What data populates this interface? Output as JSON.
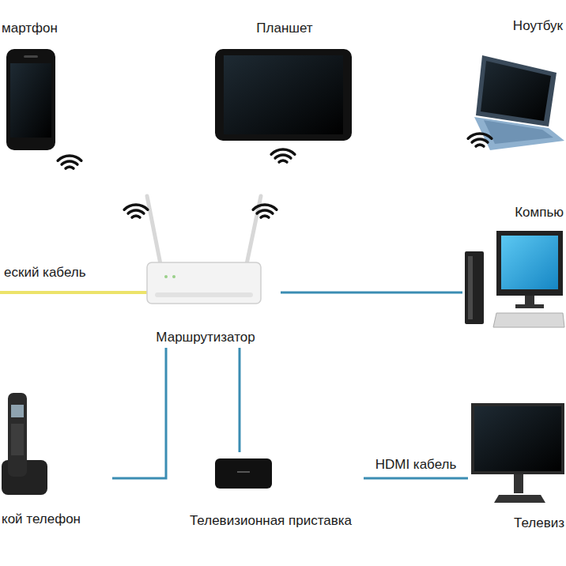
{
  "diagram": {
    "nodes": [
      {
        "text": [
          "мартфон"
        ]
      },
      {
        "text": [
          "Планшет"
        ]
      },
      {
        "text": [
          "Ноутбук"
        ]
      },
      {
        "text": [
          "Маршрутизатор"
        ]
      },
      {
        "text": [
          "Компью"
        ]
      },
      {
        "text": [
          "кой телефон"
        ]
      },
      {
        "text": [
          "Телевизионная приставка"
        ]
      },
      {
        "text": [
          "Телевиз"
        ]
      }
    ],
    "edges": [
      {
        "from": 3,
        "to": 4,
        "arrow": "none"
      },
      {
        "from": 3,
        "to": 5,
        "arrow": "none"
      },
      {
        "from": 3,
        "to": 6,
        "arrow": "none"
      },
      {
        "from": 6,
        "to": 7,
        "label": "HDMI кабель",
        "arrow": "none"
      }
    ],
    "labels": [
      "еский кабель"
    ]
  }
}
